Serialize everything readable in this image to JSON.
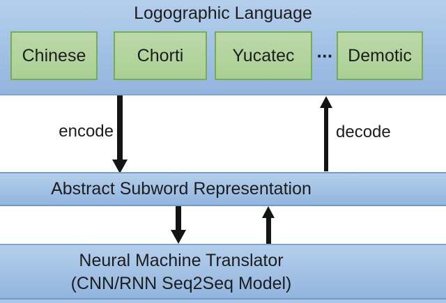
{
  "figure": {
    "top_panel": {
      "title": "Logographic Language",
      "languages": [
        "Chinese",
        "Chorti",
        "Yucatec",
        "Demotic"
      ],
      "ellipsis": "···"
    },
    "edges": {
      "encode_label": "encode",
      "decode_label": "decode"
    },
    "middle_bar": {
      "label": "Abstract Subword Representation"
    },
    "bottom_box": {
      "line1": "Neural Machine Translator",
      "line2": "(CNN/RNN Seq2Seq Model)"
    }
  },
  "colors": {
    "background": "#ffffff",
    "panel_fill_top": "#b4cfeb",
    "panel_fill_bottom": "#92b5de",
    "panel_border": "#7fa6d2",
    "bar_border": "#6f9cd0",
    "green_fill_top": "#bcd9a8",
    "green_fill_bottom": "#aacf94",
    "green_border": "#77ad51",
    "bottom_strip": "#abc7e8",
    "arrow_black": "#141414",
    "text_dark": "#1d1d1d"
  }
}
